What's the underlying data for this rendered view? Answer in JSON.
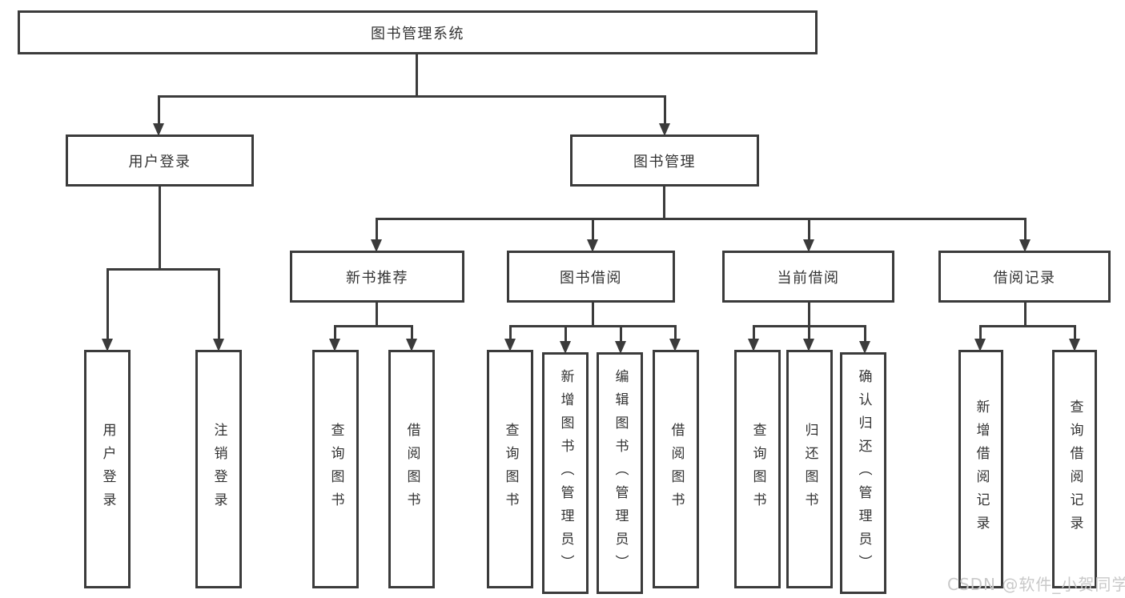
{
  "diagram": {
    "type": "hierarchy",
    "title": "图书管理系统",
    "nodes": [
      {
        "id": "root",
        "label": "图书管理系统",
        "parent": null
      },
      {
        "id": "user-login",
        "label": "用户登录",
        "parent": "root"
      },
      {
        "id": "book-mgmt",
        "label": "图书管理",
        "parent": "root"
      },
      {
        "id": "ul-login",
        "label": "用户登录",
        "parent": "user-login"
      },
      {
        "id": "ul-logout",
        "label": "注销登录",
        "parent": "user-login"
      },
      {
        "id": "new-book-rec",
        "label": "新书推荐",
        "parent": "book-mgmt"
      },
      {
        "id": "book-borrow",
        "label": "图书借阅",
        "parent": "book-mgmt"
      },
      {
        "id": "current-borrow",
        "label": "当前借阅",
        "parent": "book-mgmt"
      },
      {
        "id": "borrow-record",
        "label": "借阅记录",
        "parent": "book-mgmt"
      },
      {
        "id": "nb-query-book",
        "label": "查询图书",
        "parent": "new-book-rec"
      },
      {
        "id": "nb-borrow-book",
        "label": "借阅图书",
        "parent": "new-book-rec"
      },
      {
        "id": "bb-query-book",
        "label": "查询图书",
        "parent": "book-borrow"
      },
      {
        "id": "bb-add-book",
        "label": "新增图书（管理员）",
        "parent": "book-borrow"
      },
      {
        "id": "bb-edit-book",
        "label": "编辑图书（管理员）",
        "parent": "book-borrow"
      },
      {
        "id": "bb-borrow-book",
        "label": "借阅图书",
        "parent": "book-borrow"
      },
      {
        "id": "cb-query-book",
        "label": "查询图书",
        "parent": "current-borrow"
      },
      {
        "id": "cb-return-book",
        "label": "归还图书",
        "parent": "current-borrow"
      },
      {
        "id": "cb-confirm-return",
        "label": "确认归还（管理员）",
        "parent": "current-borrow"
      },
      {
        "id": "br-add-record",
        "label": "新增借阅记录",
        "parent": "borrow-record"
      },
      {
        "id": "br-query-record",
        "label": "查询借阅记录",
        "parent": "borrow-record"
      }
    ]
  },
  "watermark": {
    "text": "CSDN @软件_小贺同学"
  },
  "colors": {
    "line": "#3b3b3b",
    "text": "#333333",
    "background": "#ffffff",
    "watermark": "#c9c9c9"
  }
}
